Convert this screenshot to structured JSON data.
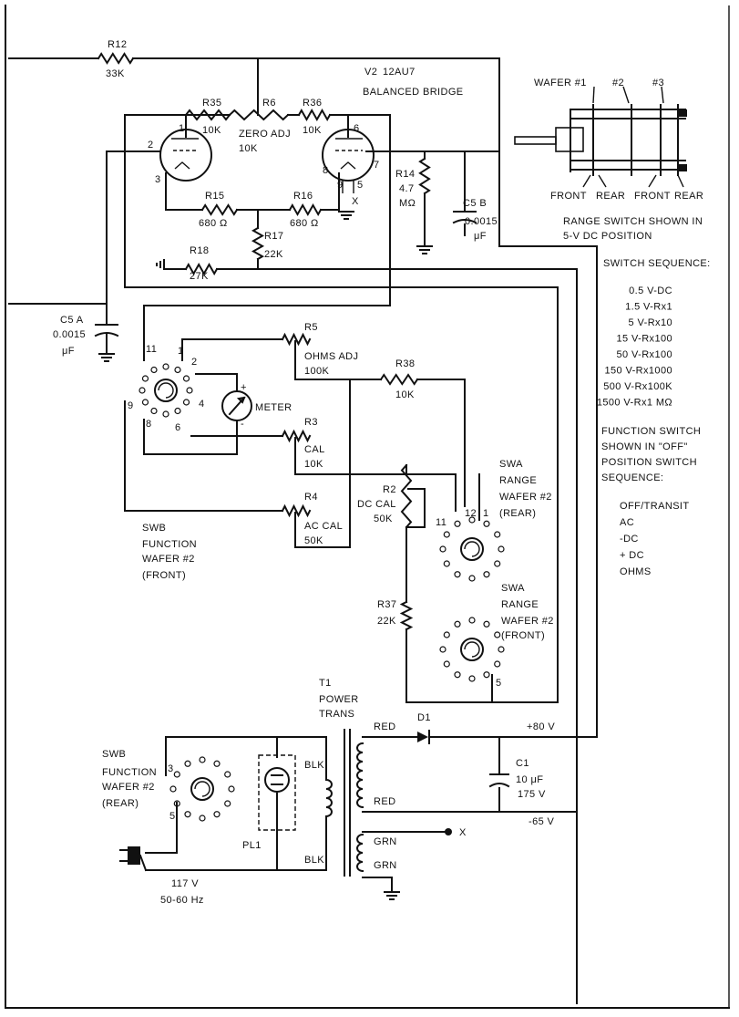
{
  "components": {
    "r12": {
      "ref": "R12",
      "value": "33K"
    },
    "v2": {
      "ref": "V2",
      "type": "12AU7",
      "desc": "BALANCED BRIDGE"
    },
    "r35": {
      "ref": "R35",
      "value": "10K"
    },
    "r6": {
      "ref": "R6",
      "name": "ZERO ADJ",
      "value": "10K"
    },
    "r36": {
      "ref": "R36",
      "value": "10K"
    },
    "r15": {
      "ref": "R15",
      "value": "680 Ω"
    },
    "r16": {
      "ref": "R16",
      "value": "680 Ω"
    },
    "r17": {
      "ref": "R17",
      "value": "22K"
    },
    "r18": {
      "ref": "R18",
      "value": "27K"
    },
    "r14": {
      "ref": "R14",
      "value": "4.7",
      "unit": "MΩ"
    },
    "c5b": {
      "ref": "C5 B",
      "value": "0.0015",
      "unit": "μF"
    },
    "c5a": {
      "ref": "C5 A",
      "value": "0.0015",
      "unit": "μF"
    },
    "r5": {
      "ref": "R5",
      "name": "OHMS ADJ",
      "value": "100K"
    },
    "r38": {
      "ref": "R38",
      "value": "10K"
    },
    "r3": {
      "ref": "R3",
      "name": "CAL",
      "value": "10K"
    },
    "r2": {
      "ref": "R2",
      "name": "DC CAL",
      "value": "50K"
    },
    "r4": {
      "ref": "R4",
      "name": "AC CAL",
      "value": "50K"
    },
    "r37": {
      "ref": "R37",
      "value": "22K"
    },
    "meter": "METER",
    "t1": {
      "ref": "T1",
      "line1": "POWER",
      "line2": "TRANS"
    },
    "d1": "D1",
    "c1": {
      "ref": "C1",
      "value": "10 μF",
      "volts": "175 V"
    },
    "pl1": "PL1",
    "mains": {
      "volts": "117 V",
      "freq": "50-60 Hz"
    }
  },
  "pins": {
    "tube_left": [
      "1",
      "2",
      "3"
    ],
    "tube_right": [
      "6",
      "8",
      "7",
      "9",
      "5"
    ],
    "x_mark": "X",
    "swb_front": [
      "11",
      "1",
      "2",
      "4",
      "6",
      "8",
      "9"
    ],
    "swa_rear": [
      "12",
      "1",
      "11"
    ],
    "swa_front": [
      "5"
    ],
    "swb_rear": [
      "3",
      "5"
    ],
    "plus": "+",
    "minus": "-"
  },
  "wires": {
    "red": "RED",
    "blk": "BLK",
    "grn": "GRN",
    "plus80": "+80 V",
    "minus65": "-65 V"
  },
  "switch_labels": {
    "swb_front": [
      "SWB",
      "FUNCTION",
      "WAFER #2",
      "(FRONT)"
    ],
    "swa_rear": [
      "SWA",
      "RANGE",
      "WAFER #2",
      "(REAR)"
    ],
    "swa_front": [
      "SWA",
      "RANGE",
      "WAFER #2",
      "(FRONT)"
    ],
    "swb_rear": [
      "SWB",
      "FUNCTION",
      "WAFER #2",
      "(REAR)"
    ]
  },
  "wafer_drawing": {
    "labels": [
      "WAFER #1",
      "#2",
      "#3"
    ],
    "bottom_labels": [
      "FRONT",
      "REAR",
      "FRONT",
      "REAR"
    ],
    "caption": [
      "RANGE SWITCH SHOWN IN",
      "5-V DC POSITION"
    ]
  },
  "switch_sequence": {
    "title": "SWITCH SEQUENCE:",
    "items": [
      "0.5 V-DC",
      "1.5 V-Rx1",
      "5 V-Rx10",
      "15 V-Rx100",
      "50 V-Rx100",
      "150 V-Rx1000",
      "500 V-Rx100K",
      "1500 V-Rx1 MΩ"
    ]
  },
  "function_switch": {
    "title": [
      "FUNCTION SWITCH",
      "SHOWN IN \"OFF\"",
      "POSITION SWITCH",
      "SEQUENCE:"
    ],
    "items": [
      "OFF/TRANSIT",
      "AC",
      "-DC",
      "+ DC",
      "OHMS"
    ]
  }
}
